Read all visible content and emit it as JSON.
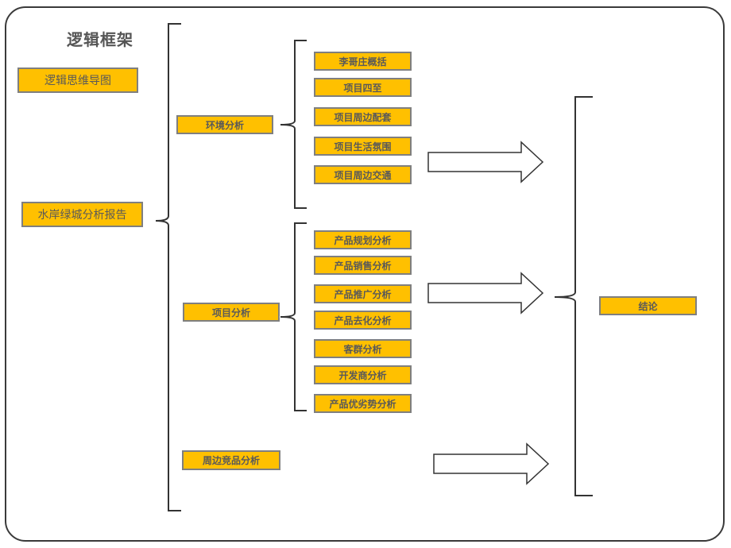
{
  "title": "逻辑框架",
  "left": {
    "mindmap_label": "逻辑思维导图",
    "report_label": "水岸绿城分析报告"
  },
  "level1": [
    {
      "label": "环境分析"
    },
    {
      "label": "项目分析"
    },
    {
      "label": "周边竞品分析"
    }
  ],
  "environment_items": [
    "李哥庄概括",
    "项目四至",
    "项目周边配套",
    "项目生活氛围",
    "项目周边交通"
  ],
  "project_items": [
    "产品规划分析",
    "产品销售分析",
    "产品推广分析",
    "产品去化分析",
    "客群分析",
    "开发商分析",
    "产品优劣势分析"
  ],
  "conclusion": "结论",
  "colors": {
    "box_fill": "#ffc000",
    "box_border": "#7f7f7f",
    "text": "#595959",
    "line": "#333333"
  }
}
